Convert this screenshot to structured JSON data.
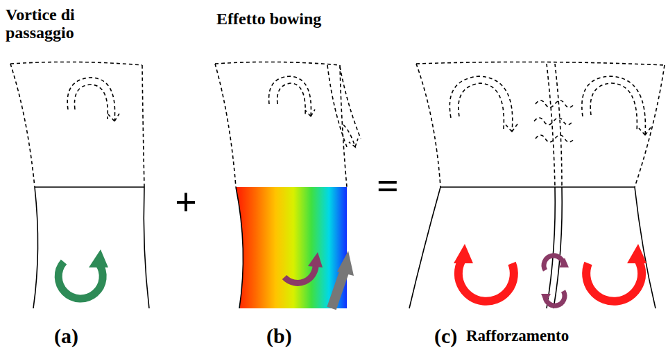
{
  "diagram": {
    "labels": [
      "Vortice di passaggio",
      "Effetto bowing",
      "+",
      "=",
      "(a)",
      "(b)",
      "(c)",
      "Rafforzamento"
    ]
  }
}
